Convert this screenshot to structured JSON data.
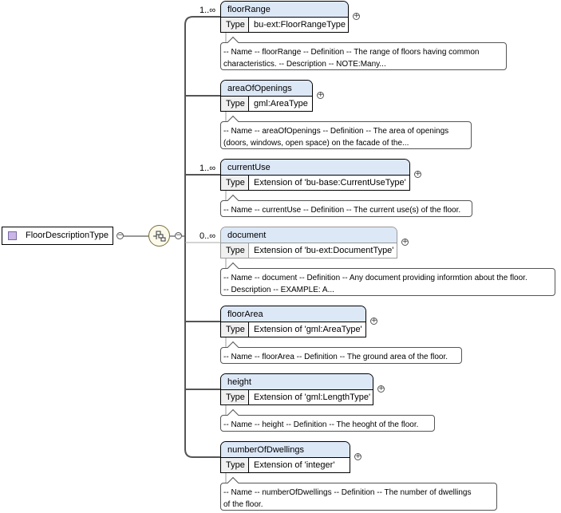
{
  "root": {
    "name": "FloorDescriptionType"
  },
  "elements": [
    {
      "name": "floorRange",
      "type_key": "Type",
      "type_value": "bu-ext:FloorRangeType",
      "cardinality": "1..∞",
      "optional": false,
      "annotation": "-- Name -- floorRange -- Definition -- The range of floors having common characteristics. -- Description -- NOTE:Many...",
      "annotation_lines": [
        "-- Name -- floorRange -- Definition -- The range of floors having common",
        "characteristics. -- Description -- NOTE:Many..."
      ]
    },
    {
      "name": "areaOfOpenings",
      "type_key": "Type",
      "type_value": "gml:AreaType",
      "cardinality": "",
      "optional": false,
      "annotation": "-- Name -- areaOfOpenings -- Definition -- The area of openings (doors, windows, open space) on the facade of the...",
      "annotation_lines": [
        "-- Name -- areaOfOpenings -- Definition -- The area of openings",
        "(doors, windows, open space) on the facade of the..."
      ]
    },
    {
      "name": "currentUse",
      "type_key": "Type",
      "type_value": "Extension of 'bu-base:CurrentUseType'",
      "cardinality": "1..∞",
      "optional": false,
      "annotation": "-- Name -- currentUse -- Definition -- The current use(s) of the floor.",
      "annotation_lines": [
        "-- Name -- currentUse -- Definition -- The current use(s) of the floor."
      ]
    },
    {
      "name": "document",
      "type_key": "Type",
      "type_value": "Extension of 'bu-ext:DocumentType'",
      "cardinality": "0..∞",
      "optional": true,
      "annotation": "-- Name -- document -- Definition -- Any document providing informtion about the floor. -- Description -- EXAMPLE: A...",
      "annotation_lines": [
        "-- Name -- document -- Definition -- Any document providing informtion about the floor.",
        "-- Description -- EXAMPLE: A..."
      ]
    },
    {
      "name": "floorArea",
      "type_key": "Type",
      "type_value": "Extension of 'gml:AreaType'",
      "cardinality": "",
      "optional": false,
      "annotation": "-- Name -- floorArea -- Definition -- The ground area of the floor.",
      "annotation_lines": [
        "-- Name -- floorArea -- Definition -- The ground area of the floor."
      ]
    },
    {
      "name": "height",
      "type_key": "Type",
      "type_value": "Extension of 'gml:LengthType'",
      "cardinality": "",
      "optional": false,
      "annotation": "-- Name -- height -- Definition -- The heoght of the floor.",
      "annotation_lines": [
        "-- Name -- height -- Definition -- The heoght of the floor."
      ]
    },
    {
      "name": "numberOfDwellings",
      "type_key": "Type",
      "type_value": "Extension of 'integer'",
      "cardinality": "",
      "optional": false,
      "annotation": "-- Name -- numberOfDwellings -- Definition -- The number of dwellings of the floor.",
      "annotation_lines": [
        "-- Name -- numberOfDwellings -- Definition -- The number of dwellings",
        "of the floor."
      ]
    }
  ],
  "symbols": {
    "collapse": "−",
    "expand": "+"
  },
  "colors": {
    "element_header": "#dde8f7",
    "root_icon": "#c9b6e4",
    "sequence_fill": "#fcfaea"
  }
}
